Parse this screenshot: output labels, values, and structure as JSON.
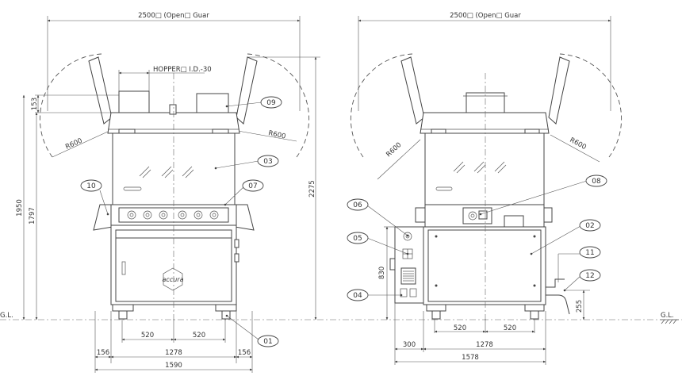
{
  "dimensions": {
    "open_guard_width": "2500□ (Open□ Guar",
    "hopper_id": "HOPPER□ I.D.-30",
    "radius": "R600",
    "height_153": "153",
    "height_1950": "1950",
    "height_1797": "1797",
    "height_2275": "2275",
    "height_830": "830",
    "height_255": "255",
    "base_156": "156",
    "base_520": "520",
    "base_1278": "1278",
    "base_1590": "1590",
    "base_300": "300",
    "base_1578": "1578",
    "ground_level": "G.L."
  },
  "labels": {
    "l01": "01",
    "l02": "02",
    "l03": "03",
    "l04": "04",
    "l05": "05",
    "l06": "06",
    "l07": "07",
    "l08": "08",
    "l09": "09",
    "l10": "10",
    "l11": "11",
    "l12": "12"
  },
  "logo": "accura",
  "colors": {
    "line": "#444444",
    "background": "#ffffff"
  }
}
